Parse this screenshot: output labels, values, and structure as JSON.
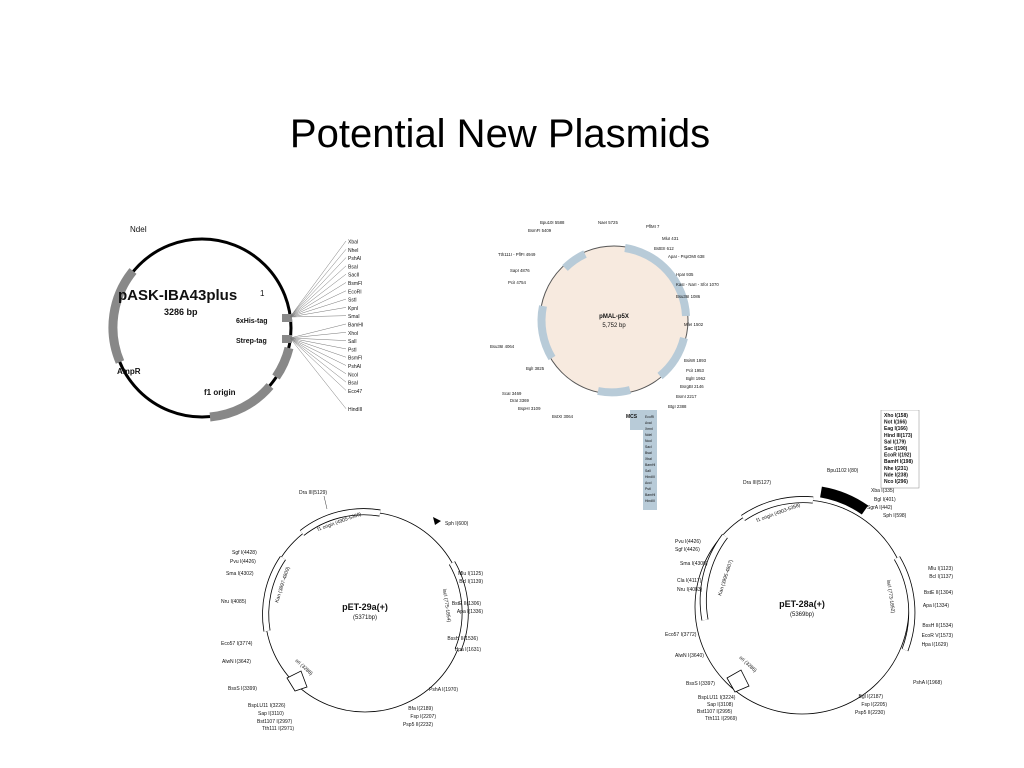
{
  "slide": {
    "title": "Potential New Plasmids"
  },
  "pask": {
    "name": "pASK-IBA43plus",
    "size": "3286 bp",
    "features": {
      "his": "6xHis-tag",
      "strep": "Strep-tag",
      "f1": "f1 origin",
      "ampr": "AmpR"
    },
    "ndei": "NdeI",
    "pos1": "1",
    "mcs": [
      "XbaI",
      "NheI",
      "PshAI",
      "BsaI",
      "SacII",
      "BsmFI",
      "EcoRI",
      "SstI",
      "KpnI",
      "SmaI",
      "BamHI",
      "XhoI",
      "SalI",
      "PstI",
      "BsmFI",
      "PshAI",
      "NcoI",
      "BsaI",
      "Eco47",
      "HindIII"
    ]
  },
  "pmal": {
    "name": "pMAL-p5X",
    "size": "5,752 bp",
    "mcs_label": "MCS",
    "sites": [
      {
        "t": "Bpu10I 5588"
      },
      {
        "t": "NaeI 5725"
      },
      {
        "t": "PflMI 7"
      },
      {
        "t": "BsmFI 5409"
      },
      {
        "t": "MluI 431"
      },
      {
        "t": "BstEII 612"
      },
      {
        "t": "Tth111I - PflFI 4949"
      },
      {
        "t": "ApaI - PspOMI 638"
      },
      {
        "t": "SapI 4876"
      },
      {
        "t": "HpaI 935"
      },
      {
        "t": "PciI 4754"
      },
      {
        "t": "KasI - NarI - SfoI 1070"
      },
      {
        "t": "Bsu36I 1086"
      },
      {
        "t": "MfeI 1502"
      },
      {
        "t": "Bsu36I 4064"
      },
      {
        "t": "BsiWI 1893"
      },
      {
        "t": "PciI 1953"
      },
      {
        "t": "BglI 3825"
      },
      {
        "t": "BglII 1962"
      },
      {
        "t": "BsrgBI 2146"
      },
      {
        "t": "BsmI 2217"
      },
      {
        "t": "ScaI 3469"
      },
      {
        "t": "DraI 3369"
      },
      {
        "t": "BtgI 2388"
      },
      {
        "t": "BspHI 3109"
      },
      {
        "t": "BstXI 3064"
      }
    ],
    "mcs": [
      "EcoRI",
      "AvaI",
      "XmnI",
      "NdeI",
      "NcoI",
      "SacI",
      "BsaI",
      "XbaI",
      "BamHI",
      "SalI",
      "HindIII",
      "AccI",
      "PstI",
      "BamHI",
      "HindIII"
    ]
  },
  "pet29": {
    "name": "pET-29a(+)",
    "size": "(5371bp)",
    "features": {
      "f1": "f1 origin (4905-5360)",
      "kan": "Kan (3897-4809)",
      "laci": "lacI (775-1854)",
      "ori": "ori (3288)"
    },
    "sites_left": [
      "Sgf I(4428)",
      "Pvu I(4426)",
      "Sma I(4302)",
      "Nru I(4085)",
      "Eco57 I(3774)",
      "AlwN I(3642)",
      "BssS I(3399)",
      "BspLU11 I(3226)",
      "Sap I(3110)",
      "Bst1107 I(2997)",
      "Tth111 I(2971)"
    ],
    "sites_right": [
      "Mlu I(1125)",
      "Bcl I(1139)",
      "BstE II(1306)",
      "Apa I(1336)",
      "BssH II(1536)",
      "Hpa I(1631)",
      "PshA I(1970)",
      "Bfa I(2189)",
      "Fsp I(2207)",
      "Psp5 II(2232)"
    ],
    "top": [
      "Dra III(5129)",
      "Sph I(600)"
    ]
  },
  "pet28": {
    "name": "pET-28a(+)",
    "size": "(5369bp)",
    "features": {
      "f1": "f1 origin (4903-5358)",
      "kan": "Kan (3995-4807)",
      "laci": "lacI (773-1852)",
      "ori": "ori (3286)"
    },
    "box": [
      "Xho I(158)",
      "Not I(166)",
      "Eag I(166)",
      "Hind III(173)",
      "Sal I(179)",
      "Sac I(190)",
      "EcoR I(192)",
      "BamH I(198)",
      "Nhe I(231)",
      "Nde I(238)",
      "Nco I(296)"
    ],
    "top": [
      "Dra III(5127)",
      "Bpu1102 I(80)",
      "Xba I(335)",
      "Bgl I(401)",
      "SgrA I(442)",
      "Sph I(598)"
    ],
    "sites_left": [
      "Pvu I(4426)",
      "Sgf I(4426)",
      "Sma I(4300)",
      "Cla I(4117)",
      "Nru I(4083)",
      "Eco57 I(3772)",
      "AlwN I(3640)",
      "BssS I(3397)",
      "BspLU11 I(3224)",
      "Sap I(3108)",
      "Bst1107 I(2995)",
      "Tth111 I(2969)"
    ],
    "sites_right": [
      "Mlu I(1123)",
      "Bcl I(1137)",
      "BstE II(1304)",
      "Apa I(1334)",
      "BssH II(1534)",
      "EcoR V(1573)",
      "Hpa I(1629)",
      "PshA I(1968)",
      "Bgl I(2187)",
      "Fsp I(2205)",
      "Psp5 II(2230)"
    ]
  }
}
